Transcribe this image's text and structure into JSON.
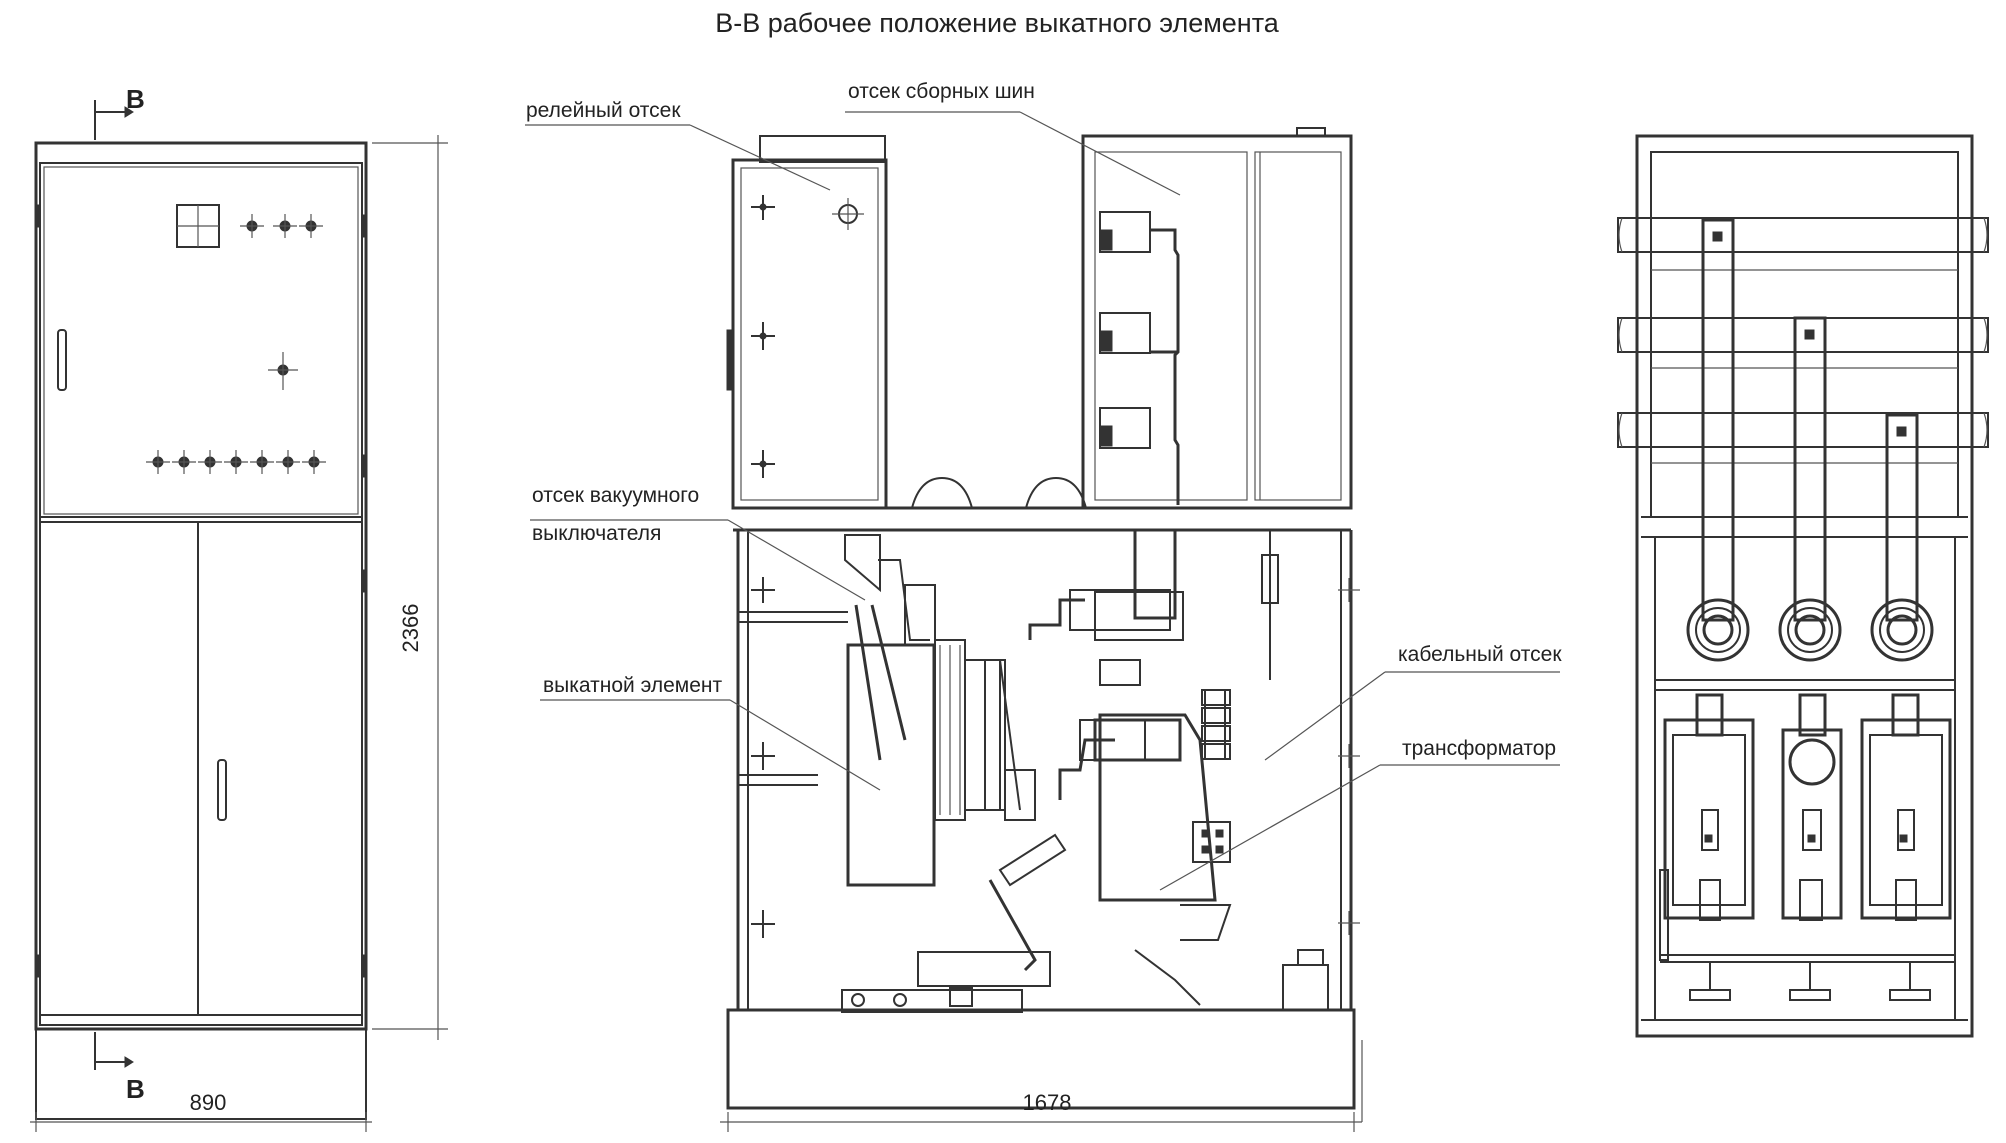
{
  "title": "В-В рабочее положение выкатного элемента",
  "section_mark": "В",
  "dimensions": {
    "height": "2366",
    "width_front": "890",
    "depth": "1678"
  },
  "labels": {
    "relay": "релейный отсек",
    "busbar": "отсек сборных шин",
    "vacuum_1": "отсек вакуумного",
    "vacuum_2": "выключателя",
    "withdrawable": "выкатной элемент",
    "cable": "кабельный отсек",
    "transformer": "трансформатор"
  },
  "colors": {
    "line": "#333333",
    "background": "#ffffff"
  }
}
